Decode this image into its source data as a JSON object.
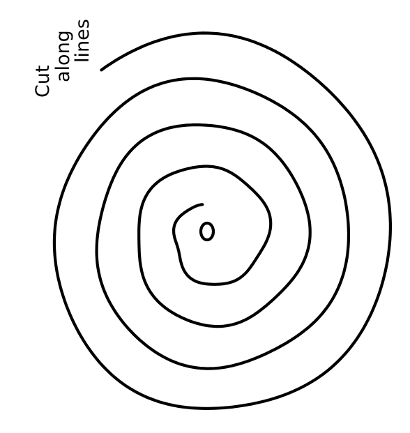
{
  "instruction": {
    "line1": "Cut",
    "line2": "along",
    "line3": "lines"
  },
  "colors": {
    "ink": "#000000",
    "background": "#ffffff"
  }
}
